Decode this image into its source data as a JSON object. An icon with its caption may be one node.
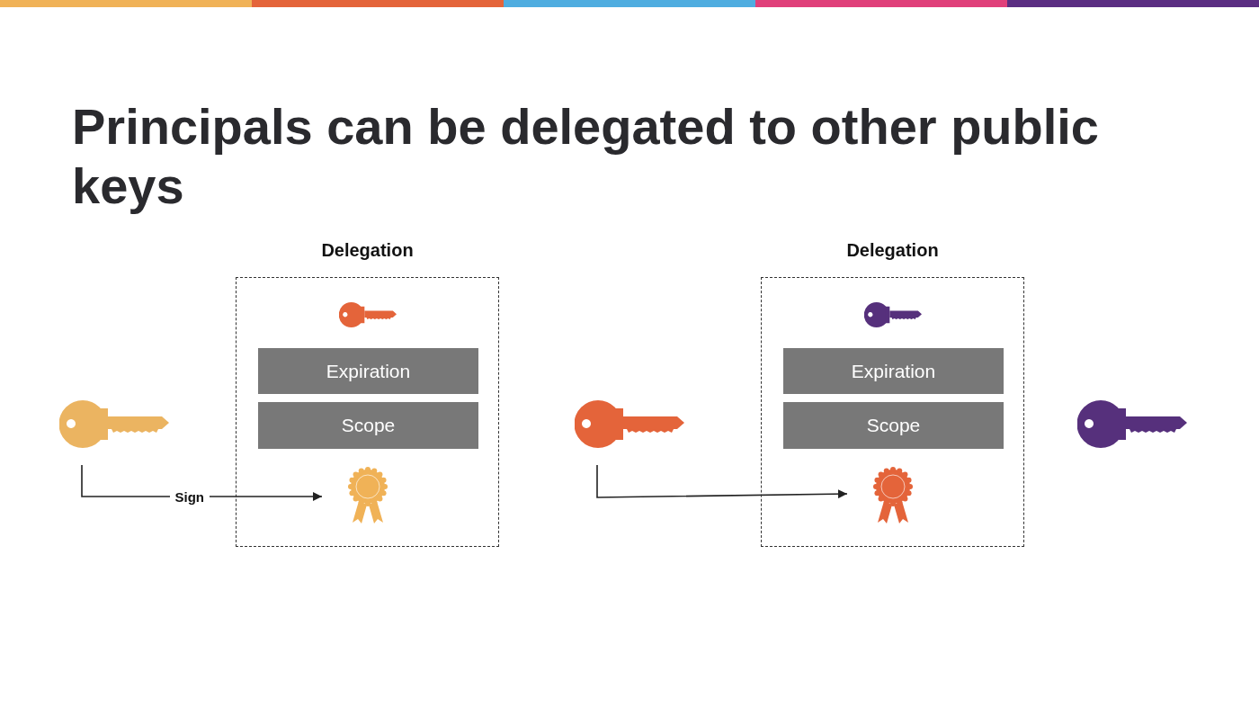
{
  "diagram": {
    "title": "Principals can be delegated to other public keys",
    "nodes": [
      {
        "text": [],
        "shape": "key"
      },
      {
        "text": [
          "Delegation"
        ]
      },
      {
        "text": [],
        "shape": "key",
        "in": 1
      },
      {
        "text": [
          "Expiration"
        ],
        "in": 1
      },
      {
        "text": [
          "Scope"
        ],
        "in": 1
      },
      {
        "text": [],
        "shape": "rosette",
        "in": 1
      },
      {
        "text": [],
        "shape": "key"
      },
      {
        "text": [
          "Delegation"
        ]
      },
      {
        "text": [],
        "shape": "key",
        "in": 7
      },
      {
        "text": [
          "Expiration"
        ],
        "in": 7
      },
      {
        "text": [
          "Scope"
        ],
        "in": 7
      },
      {
        "text": [],
        "shape": "rosette",
        "in": 7
      },
      {
        "text": [],
        "shape": "key"
      }
    ],
    "edges": [
      {
        "from": 0,
        "to": 5,
        "arrow": "to",
        "label": "Sign"
      },
      {
        "from": 6,
        "to": 11,
        "arrow": "to"
      }
    ]
  }
}
